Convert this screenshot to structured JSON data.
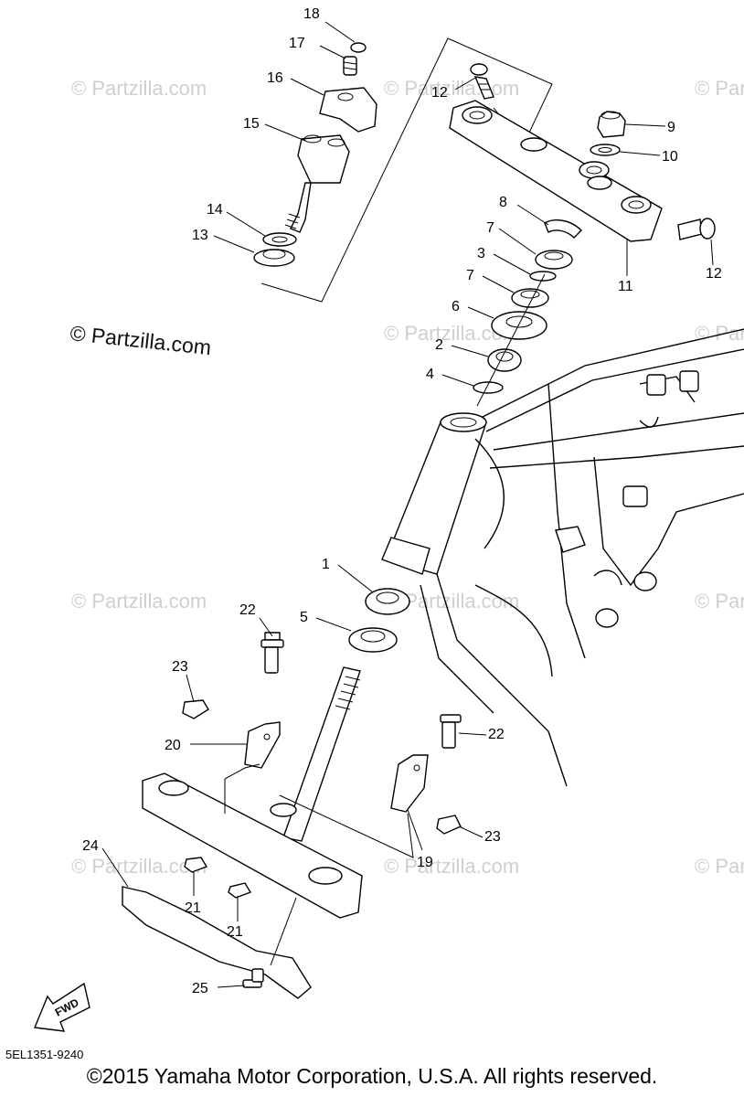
{
  "watermark_main": "© Partzilla.com",
  "watermark_faded": "© Partzilla.com",
  "fwd_label": "FWD",
  "diagram_code": "5EL1351-9240",
  "copyright": "©2015 Yamaha Motor Corporation, U.S.A. All rights reserved.",
  "callouts": {
    "c1": "1",
    "c2": "2",
    "c3": "3",
    "c4": "4",
    "c5": "5",
    "c6": "6",
    "c7a": "7",
    "c7b": "7",
    "c8": "8",
    "c9": "9",
    "c10": "10",
    "c11": "11",
    "c12a": "12",
    "c12b": "12",
    "c13": "13",
    "c14": "14",
    "c15": "15",
    "c16": "16",
    "c17": "17",
    "c18": "18",
    "c19": "19",
    "c20": "20",
    "c21a": "21",
    "c21b": "21",
    "c22a": "22",
    "c22b": "22",
    "c23a": "23",
    "c23b": "23",
    "c24": "24",
    "c25": "25"
  }
}
